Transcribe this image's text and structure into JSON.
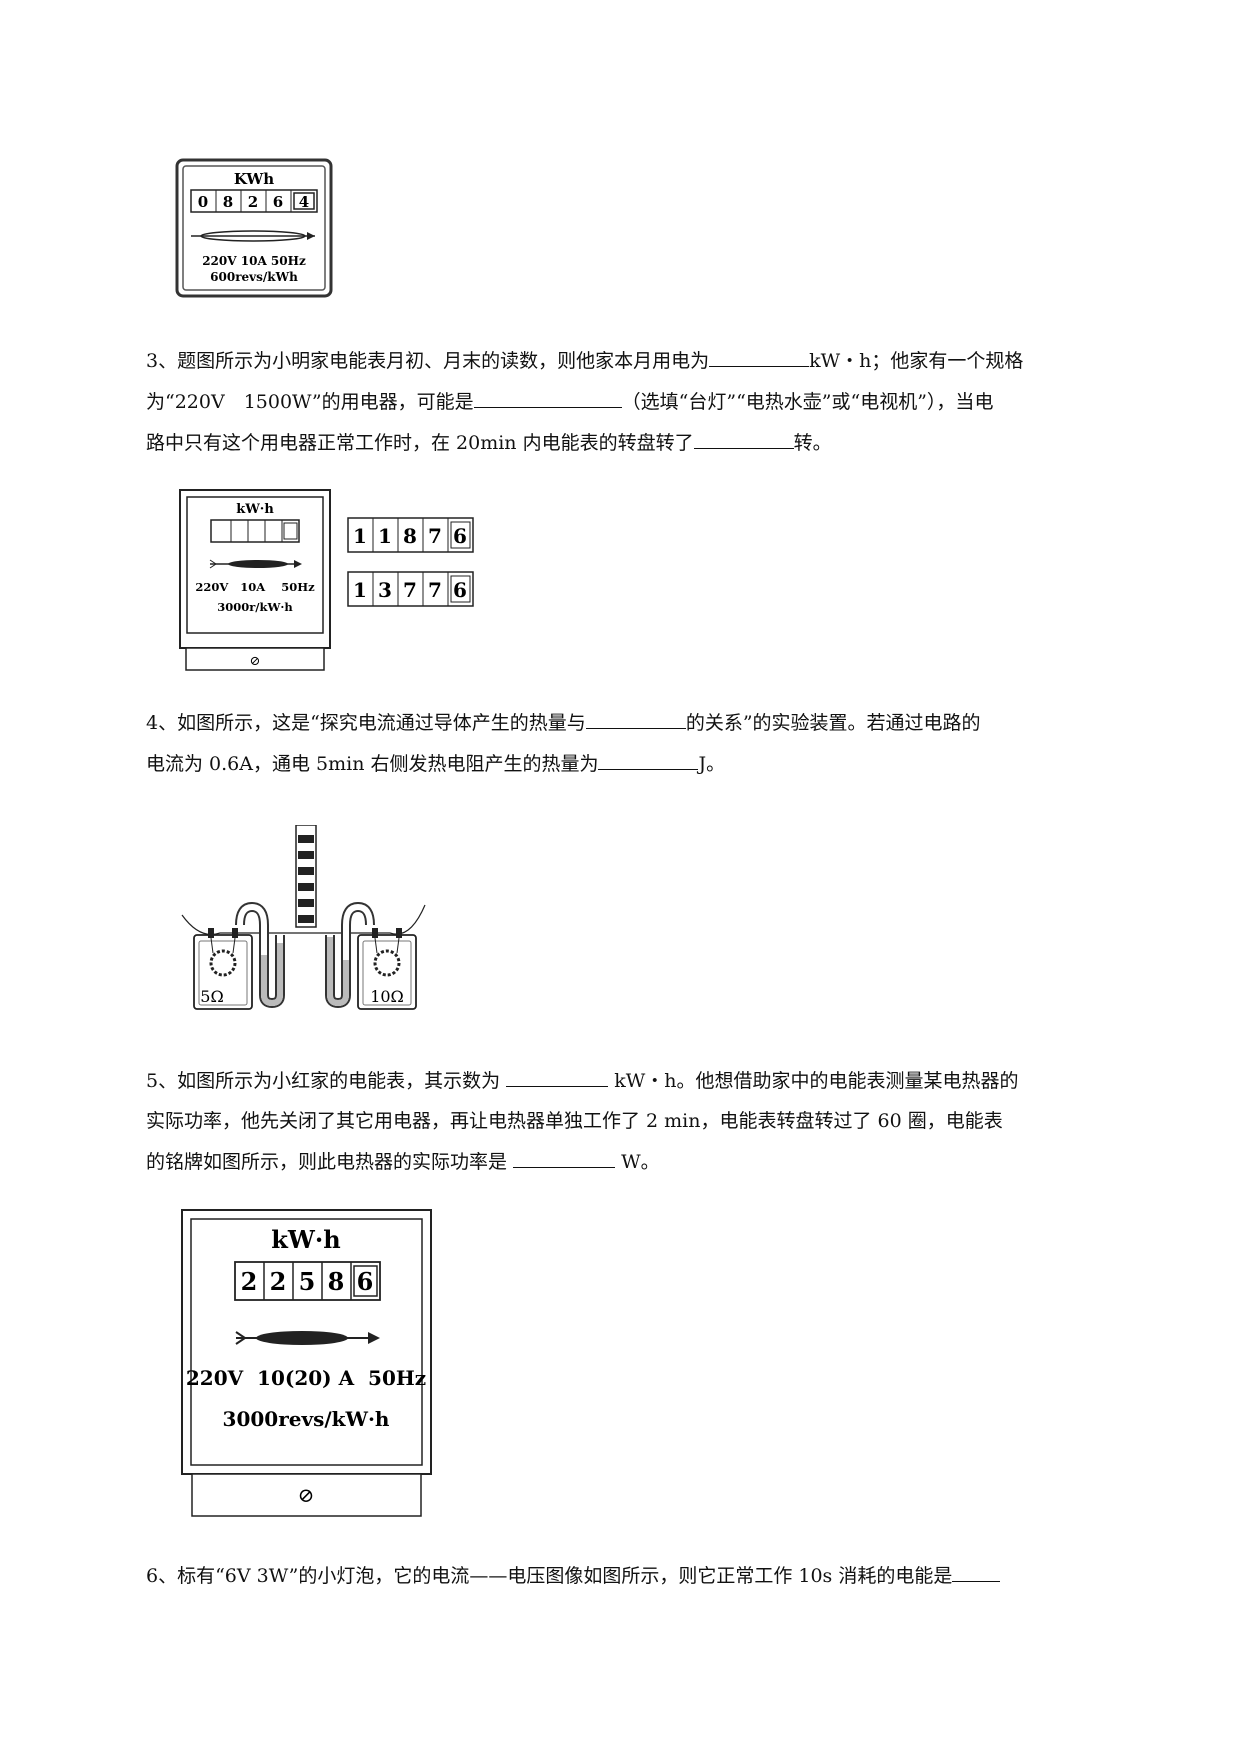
{
  "meter1": {
    "unit": "KWh",
    "digits": [
      "0",
      "8",
      "2",
      "6",
      "4"
    ],
    "spec": "220V  10A  50Hz",
    "revs": "600revs/kWh"
  },
  "q3": {
    "t1": "3、题图所示为小明家电能表月初、月末的读数，则他家本月用电为",
    "t2": "kW・h；他家有一个规格",
    "t3": "为“220V　1500W”的用电器，可能是",
    "t4": "（选填“台灯”“电热水壶”或“电视机”），当电",
    "t5": "路中只有这个用电器正常工作时，在 20min 内电能表的转盘转了",
    "t6": "转。"
  },
  "meter2": {
    "unit": "kW·h",
    "spec": "220V   10A    50Hz",
    "revs": "3000r/kW·h",
    "symbol": "⊘",
    "reading_start": [
      "1",
      "1",
      "8",
      "7",
      "6"
    ],
    "reading_end": [
      "1",
      "3",
      "7",
      "7",
      "6"
    ]
  },
  "q4": {
    "t1": "4、如图所示，这是“探究电流通过导体产生的热量与",
    "t2": "的关系”的实验装置。若通过电路的",
    "t3": "电流为 0.6A，通电 5min 右侧发热电阻产生的热量为",
    "t4": "J。"
  },
  "apparatus": {
    "left_label": "5Ω",
    "right_label": "10Ω"
  },
  "q5": {
    "t1": "5、如图所示为小红家的电能表，其示数为",
    "t2": "kW・h。他想借助家中的电能表测量某电热器的",
    "t3": "实际功率，他先关闭了其它用电器，再让电热器单独工作了 2 min，电能表转盘转过了 60 圈，电能表",
    "t4": "的铭牌如图所示，则此电热器的实际功率是",
    "t5": "W。"
  },
  "meter3": {
    "unit": "kW·h",
    "digits": [
      "2",
      "2",
      "5",
      "8",
      "6"
    ],
    "spec": "220V  10(20) A  50Hz",
    "revs": "3000revs/kW·h",
    "symbol": "⊘"
  },
  "q6": {
    "t1": "6、标有“6V 3W”的小灯泡，它的电流——电压图像如图所示，则它正常工作 10s 消耗的电能是"
  }
}
